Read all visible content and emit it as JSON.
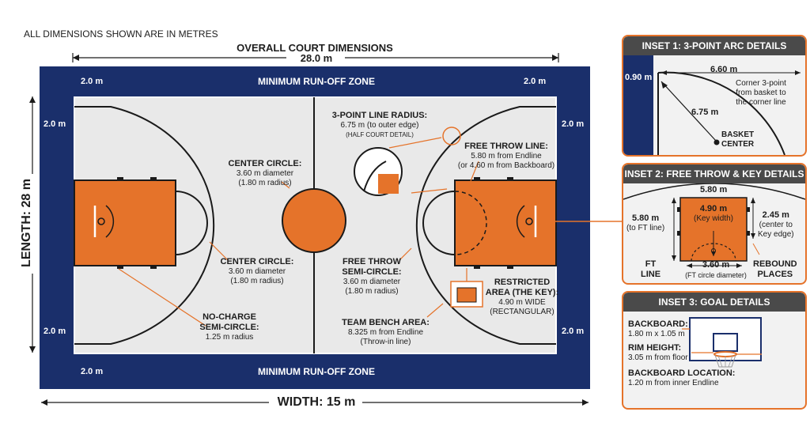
{
  "header": {
    "units_note": "ALL DIMENSIONS SHOWN ARE IN METRES"
  },
  "court": {
    "overall_title": "OVERALL COURT DIMENSIONS",
    "overall_length": "28.0 m",
    "length_label": "LENGTH: 28 m",
    "width_label": "WIDTH: 15 m",
    "runoff_top": "MINIMUM RUN-OFF ZONE",
    "runoff_bottom": "MINIMUM RUN-OFF ZONE",
    "runoff_values": {
      "top_left": "2.0 m",
      "top_right": "2.0 m",
      "left_top": "2.0 m",
      "right_top": "2.0 m",
      "left_bottom": "2.0 m",
      "right_bottom": "2.0 m",
      "bottom_left": "2.0 m"
    },
    "colors": {
      "navy": "#1a2f6b",
      "court": "#e9e9e9",
      "orange": "#e5732a",
      "line": "#1a1a1a"
    }
  },
  "annotations": {
    "center_circle_top": {
      "title": "CENTER CIRCLE:",
      "line1": "3.60 m diameter",
      "line2": "(1.80 m radius)"
    },
    "center_circle_bottom": {
      "title": "CENTER CIRCLE:",
      "line1": "3.60 m diameter",
      "line2": "(1.80 m radius)"
    },
    "no_charge": {
      "title1": "NO-CHARGE",
      "title2": "SEMI-CIRCLE:",
      "line1": "1.25 m radius"
    },
    "three_point": {
      "title": "3-POINT LINE RADIUS:",
      "line1": "6.75 m (to outer edge)",
      "line2": "(HALF COURT DETAIL)"
    },
    "free_throw_line": {
      "title": "FREE THROW LINE:",
      "line1": "5.80 m from Endline",
      "line2": "(or 4.60 m from Backboard)"
    },
    "free_throw_semi": {
      "title1": "FREE THROW",
      "title2": "SEMI-CIRCLE:",
      "line1": "3.60 m diameter",
      "line2": "(1.80 m radius)"
    },
    "restricted": {
      "title1": "RESTRICTED",
      "title2": "AREA (THE KEY):",
      "line1": "4.90 m WIDE",
      "line2": "(RECTANGULAR)"
    },
    "team_bench": {
      "title": "TEAM BENCH AREA:",
      "line1": "8.325 m from Endline",
      "line2": "(Throw-in line)"
    }
  },
  "inset1": {
    "title": "INSET 1: 3-POINT ARC DETAILS",
    "width": "6.60 m",
    "corner": "0.90 m",
    "radius": "6.75 m",
    "note_line1": "Corner 3-point",
    "note_line2": "from basket to",
    "note_line3": "the corner line",
    "basket_line1": "BASKET",
    "basket_line2": "CENTER"
  },
  "inset2": {
    "title": "INSET 2: FREE THROW & KEY DETAILS",
    "top_width": "5.80 m",
    "key_width": "4.90 m",
    "key_width_note": "(Key width)",
    "left_dim": "5.80 m",
    "left_note": "(to FT line)",
    "right_dim": "2.45 m",
    "right_note1": "(center to",
    "right_note2": "Key edge)",
    "bottom_dim": "3.60 m",
    "bottom_note": "(FT circle diameter)",
    "ft_line1": "FT",
    "ft_line2": "LINE",
    "rebound1": "REBOUND",
    "rebound2": "PLACES"
  },
  "inset3": {
    "title": "INSET 3: GOAL DETAILS",
    "backboard_title": "BACKBOARD:",
    "backboard_value": "1.80 m x 1.05 m",
    "rim_title": "RIM HEIGHT:",
    "rim_value": "3.05 m from floor",
    "location_title": "BACKBOARD LOCATION:",
    "location_value": "1.20 m from inner Endline"
  }
}
